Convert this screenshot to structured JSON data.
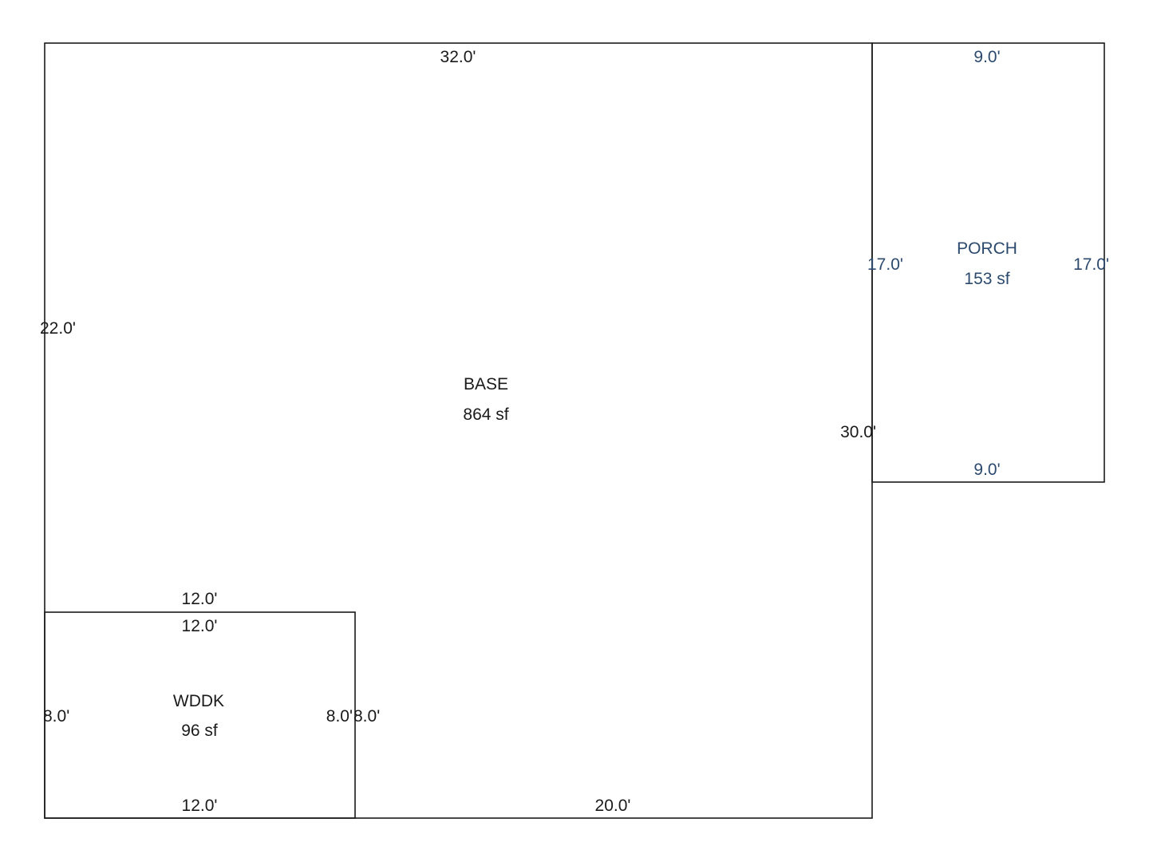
{
  "areas": {
    "base": {
      "name": "BASE",
      "area": "864 sf"
    },
    "porch": {
      "name": "PORCH",
      "area": "153 sf"
    },
    "wddk": {
      "name": "WDDK",
      "area": "96 sf"
    }
  },
  "dimensions": {
    "base_top": "32.0'",
    "base_left": "22.0'",
    "base_right": "30.0'",
    "base_bottom": "20.0'",
    "base_notch_top": "12.0'",
    "base_notch_side": "8.0'",
    "porch_top": "9.0'",
    "porch_bottom": "9.0'",
    "porch_left": "17.0'",
    "porch_right": "17.0'",
    "wddk_top": "12.0'",
    "wddk_bottom": "12.0'",
    "wddk_left": "8.0'",
    "wddk_right": "8.0'"
  },
  "colors": {
    "line": "#1a1a1a",
    "base_text": "#1a1a1a",
    "porch_text": "#2c4a6e"
  }
}
